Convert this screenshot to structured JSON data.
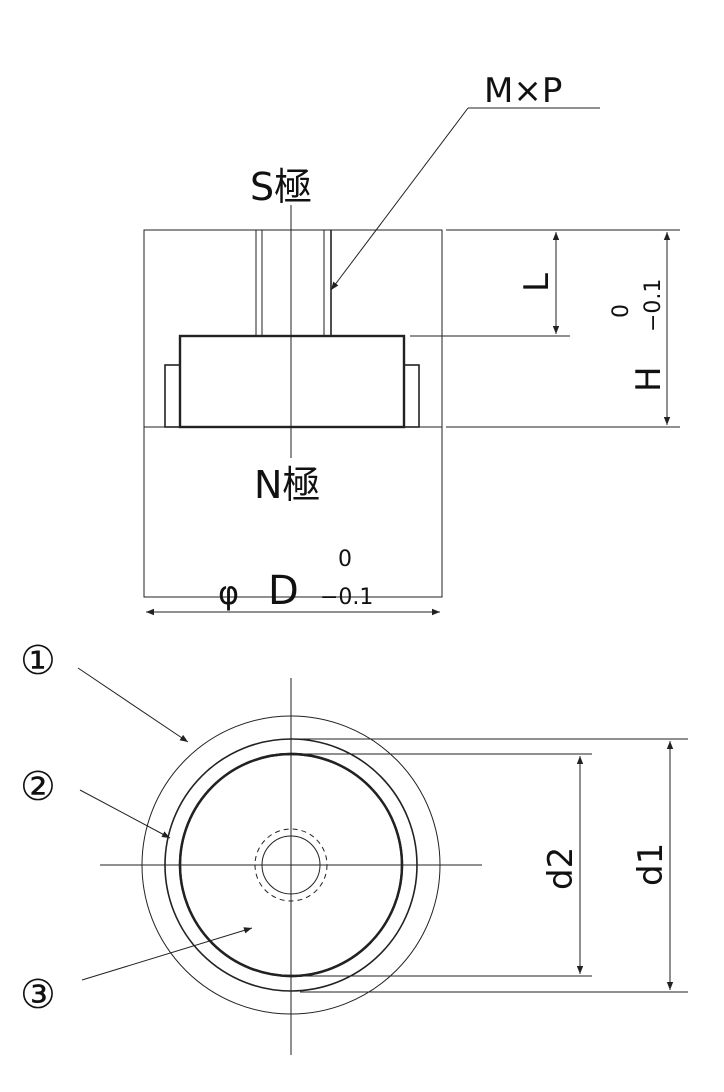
{
  "labels": {
    "thread": "M×P",
    "south_pole": "S極",
    "north_pole": "N極",
    "depth": "L",
    "height": "H",
    "height_tol_upper": "0",
    "height_tol_lower": "−0.1",
    "diameter_symbol": "φ",
    "diameter": "D",
    "diameter_tol_upper": "0",
    "diameter_tol_lower": "−0.1",
    "d1": "d1",
    "d2": "d2",
    "part1": "①",
    "part2": "②",
    "part3": "③"
  }
}
